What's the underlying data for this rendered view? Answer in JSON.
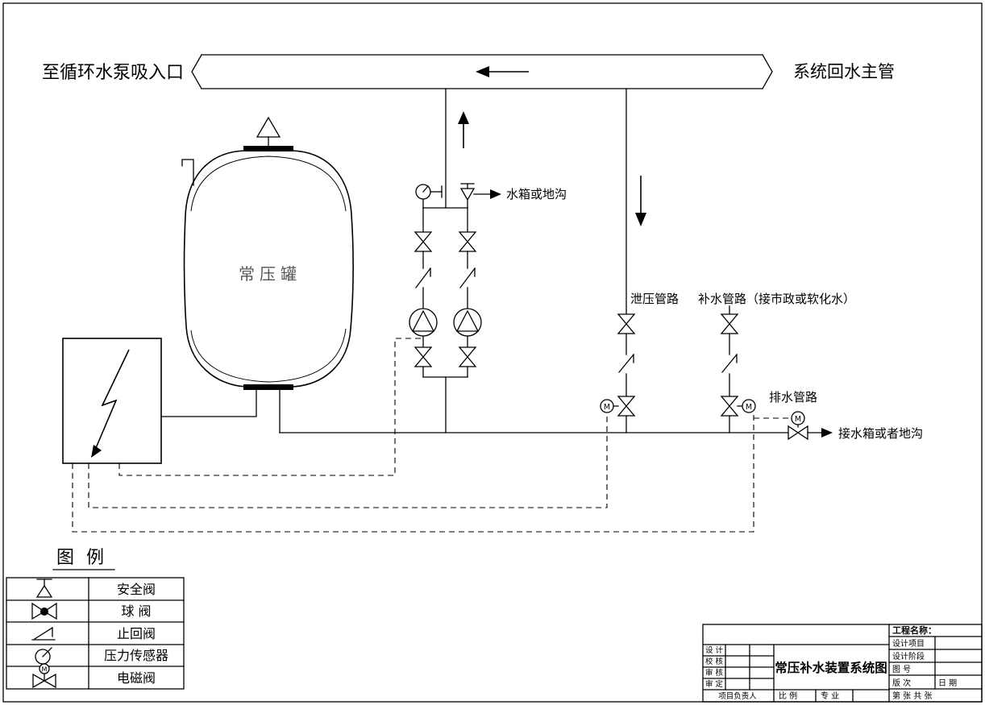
{
  "colors": {
    "ink": "#000000",
    "background": "#ffffff",
    "tank_label": "#555555"
  },
  "annotations": {
    "pipe_left": "至循环水泵吸入口",
    "pipe_right": "系统回水主管",
    "tank": "常压罐",
    "pump_drain": "水箱或地沟",
    "relief_line": "泄压管路",
    "makeup_line": "补水管路（接市政或软化水）",
    "drain_line": "排水管路",
    "drain_dest": "接水箱或者地沟"
  },
  "symbols": {
    "motor_letter": "M"
  },
  "legend": {
    "title": "图  例",
    "items": [
      {
        "icon": "safety-valve-icon",
        "label": "安全阀"
      },
      {
        "icon": "ball-valve-icon",
        "label": "球  阀"
      },
      {
        "icon": "check-valve-icon",
        "label": "止回阀"
      },
      {
        "icon": "pressure-sensor-icon",
        "label": "压力传感器"
      },
      {
        "icon": "solenoid-valve-icon",
        "label": "电磁阀"
      }
    ]
  },
  "title_block": {
    "project_name_label": "工程名称：",
    "sign_rows": [
      "设  计",
      "校  核",
      "审  核",
      "审  定",
      "项目负责人"
    ],
    "drawing_title": "常压补水装置系统图",
    "info_rows": [
      "设计项目",
      "设计阶段",
      "图   号"
    ],
    "version_label": "版  次",
    "date_label": "日  期",
    "scale_label": "比  例",
    "discipline_label": "专  业",
    "sheet_label": "第   张 共   张"
  }
}
